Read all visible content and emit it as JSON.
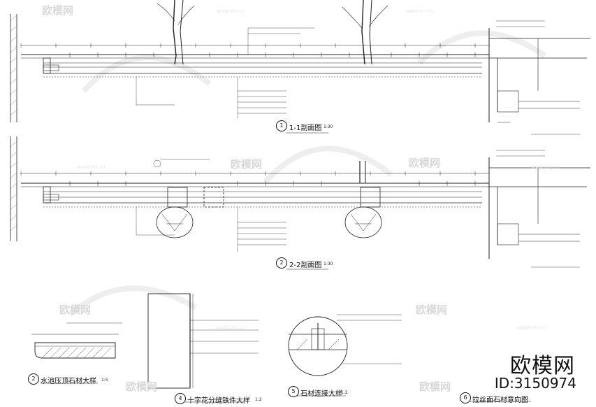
{
  "sections": [
    {
      "num": "1",
      "title": "1-1剖面图",
      "scale": "1:30"
    },
    {
      "num": "2",
      "title": "2-2剖面图",
      "scale": "1:30"
    }
  ],
  "details": [
    {
      "num": "2",
      "title": "水池压顶石材大样",
      "scale": "1:5"
    },
    {
      "num": "4",
      "title": "十字花分缝铁件大样",
      "scale": "1:2"
    },
    {
      "num": "5",
      "title": "石材连接大样",
      "scale": "1:2"
    },
    {
      "num": "6",
      "title": "拉丝面石材意向图",
      "scale": ""
    }
  ],
  "watermark": {
    "text": "欧模网",
    "url": "www.om.cn"
  },
  "brand": {
    "name": "欧模网",
    "id": "ID:3150974"
  },
  "colors": {
    "line": "#222222",
    "watermark": "#d9d9d9"
  }
}
